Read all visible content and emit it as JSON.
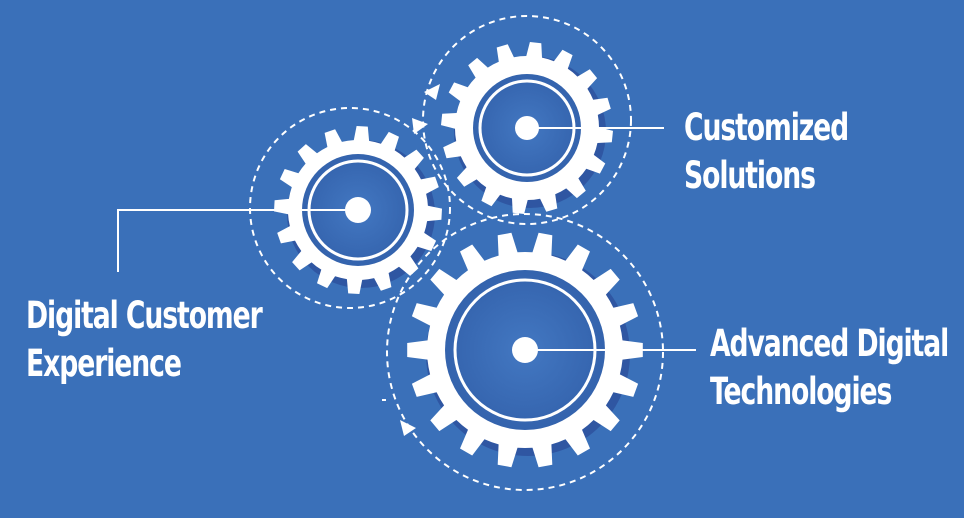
{
  "labels": {
    "customized_solutions": {
      "line1": "Customized",
      "line2": "Solutions"
    },
    "digital_customer_experience": {
      "line1": "Digital Customer",
      "line2": "Experience"
    },
    "advanced_digital_technologies": {
      "line1": "Advanced Digital",
      "line2": "Technologies"
    }
  },
  "colors": {
    "background": "#3a70b9",
    "gear": "#ffffff",
    "gear_hub": "#3c6fb7",
    "gear_shadow": "#26428f",
    "lines": "#ffffff"
  },
  "icons": [
    "gear-icon",
    "gear-icon",
    "gear-icon",
    "arrow-head-icon"
  ]
}
